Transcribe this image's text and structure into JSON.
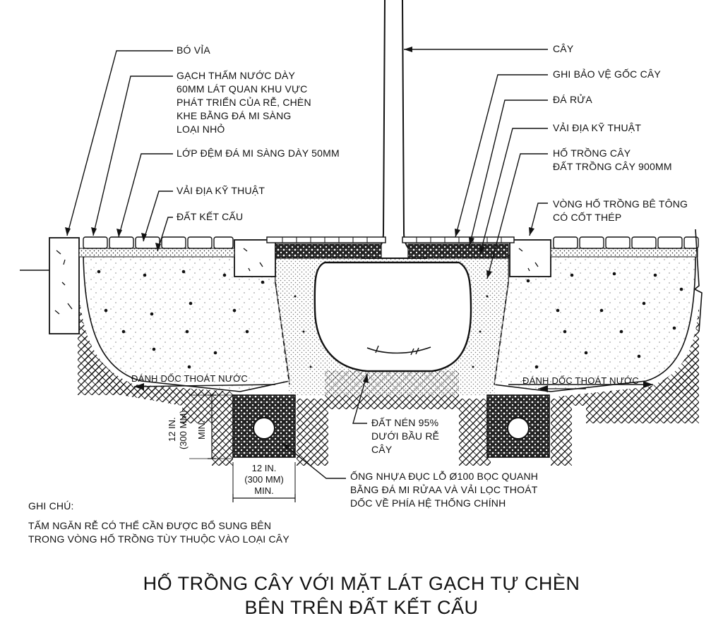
{
  "labels_left": [
    {
      "id": "curb",
      "lines": [
        "BÓ VỈA"
      ]
    },
    {
      "id": "paver",
      "lines": [
        "GẠCH THẤM NƯỚC DÀY",
        "60MM LÁT QUAN KHU VỰC",
        "PHÁT TRIỂN CỦA RỄ, CHÈN",
        "KHE BẰNG ĐÁ MI SÀNG",
        "LOẠI NHỎ"
      ]
    },
    {
      "id": "bedding",
      "lines": [
        "LỚP ĐỆM ĐÁ MI SÀNG DÀY 50MM"
      ]
    },
    {
      "id": "geotextile_left",
      "lines": [
        "VẢI ĐỊA KỸ THUẬT"
      ]
    },
    {
      "id": "structural_soil",
      "lines": [
        "ĐẤT KẾT CẤU"
      ]
    }
  ],
  "labels_right": [
    {
      "id": "tree",
      "lines": [
        "CÂY"
      ]
    },
    {
      "id": "grate",
      "lines": [
        "GHI BẢO VỆ GỐC CÂY"
      ]
    },
    {
      "id": "washed_stone",
      "lines": [
        "ĐÁ RỬA"
      ]
    },
    {
      "id": "geotextile_right",
      "lines": [
        "VẢI ĐỊA KỸ THUẬT"
      ]
    },
    {
      "id": "planting_pit",
      "lines": [
        "HỐ TRỒNG CÂY",
        "ĐẤT TRỒNG CÂY 900MM"
      ]
    },
    {
      "id": "pit_ring",
      "lines": [
        "VÒNG HỐ TRỒNG BÊ TÔNG",
        "CÓ CỐT THÉP"
      ]
    }
  ],
  "annotations": {
    "slope_left": "ĐÁNH DỐC THOÁT NƯỚC",
    "slope_right": "ĐÁNH DỐC THOÁT NƯỚC",
    "compacted_soil": [
      "ĐẤT NÉN 95%",
      "DƯỚI BẦU RỄ",
      "CÂY"
    ],
    "pipe": [
      "ỐNG NHỰA ĐỤC LỖ Ø100 BỌC QUANH",
      "BẰNG ĐÁ MI RỬAA VÀ VẢI LỌC THOÁT",
      "DỐC VỀ PHÍA HỆ THỐNG CHÍNH"
    ]
  },
  "dimensions": {
    "height_a": "12 IN.",
    "height_b": "(300 MM)",
    "height_c": "MIN.",
    "width_lines": [
      "12 IN.",
      "(300 MM)",
      "MIN."
    ]
  },
  "note": {
    "heading": "GHI CHÚ:",
    "lines": [
      "TẤM NGĂN RỄ CÓ THỂ CẦN ĐƯỢC BỔ SUNG BÊN",
      "TRONG VÒNG HỐ TRỒNG TÙY THUỘC VÀO LOẠI CÂY"
    ]
  },
  "title_lines": [
    "HỐ TRỒNG CÂY VỚI MẶT LÁT GẠCH TỰ CHÈN",
    "BÊN TRÊN ĐẤT KẾT CẤU"
  ]
}
